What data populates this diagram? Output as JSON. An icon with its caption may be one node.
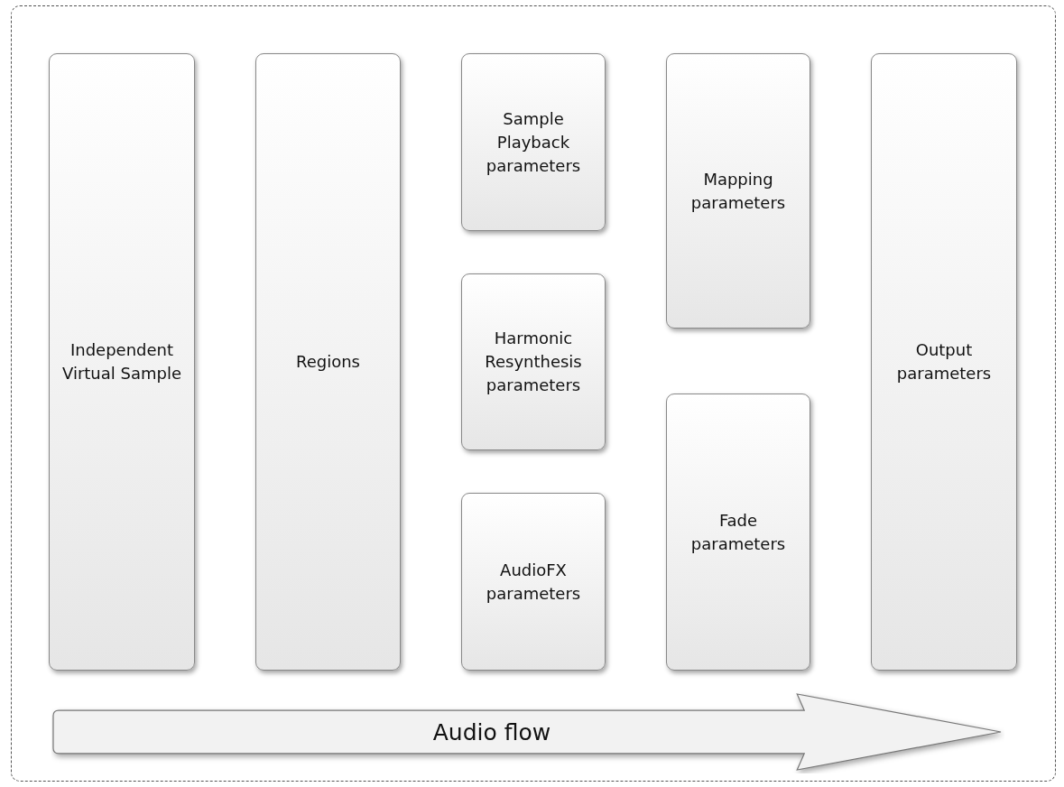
{
  "diagram": {
    "nodes": [
      {
        "text": [],
        "shape": "box"
      },
      {
        "text": [
          "Independent Virtual Sample"
        ],
        "in": 0
      },
      {
        "text": [
          "Regions"
        ],
        "in": 0
      },
      {
        "text": [
          "Sample Playback parameters"
        ],
        "in": 0
      },
      {
        "text": [
          "Harmonic Resynthesis parameters"
        ],
        "in": 0
      },
      {
        "text": [
          "AudioFX parameters"
        ],
        "in": 0
      },
      {
        "text": [
          "Mapping parameters"
        ],
        "in": 0
      },
      {
        "text": [
          "Fade parameters"
        ],
        "in": 0
      },
      {
        "text": [
          "Output parameters"
        ],
        "in": 0
      },
      {
        "text": [
          "Audio flow"
        ],
        "in": 0
      }
    ]
  }
}
